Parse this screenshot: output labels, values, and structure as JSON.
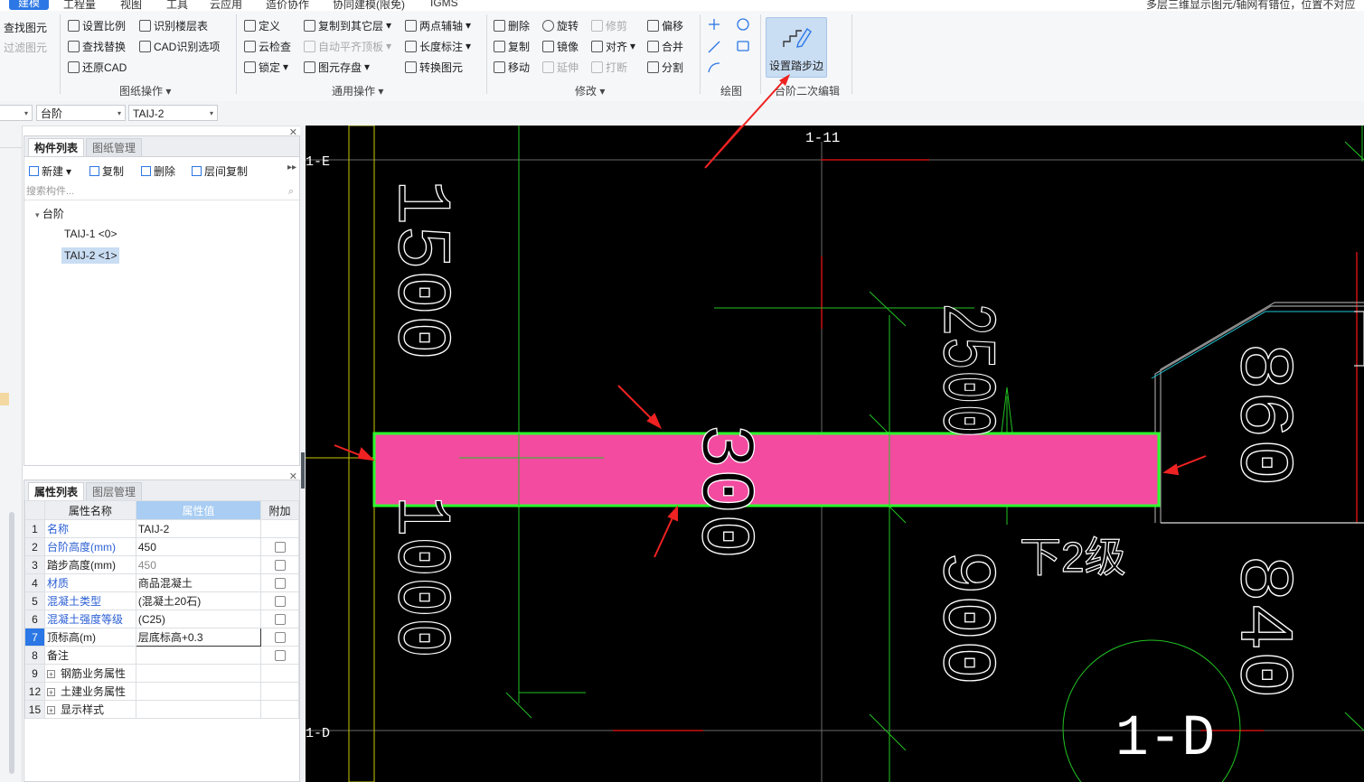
{
  "menu": {
    "items": [
      "建模",
      "工程量",
      "视图",
      "工具",
      "云应用",
      "造价协作",
      "协同建模(限免)",
      "IGMS"
    ],
    "status_text": "多层三维显示图元/轴网有错位，位置不对应"
  },
  "ribbon": {
    "left_partial": [
      "查找图元",
      "过滤图元"
    ],
    "drawing_ops": {
      "label": "图纸操作",
      "buttons": [
        "设置比例",
        "识别楼层表",
        "查找替换",
        "CAD识别选项",
        "还原CAD"
      ]
    },
    "general_ops": {
      "label": "通用操作",
      "buttons": [
        "定义",
        "复制到其它层",
        "两点辅轴",
        "云检查",
        "自动平齐顶板",
        "长度标注",
        "锁定",
        "图元存盘",
        "转换图元"
      ]
    },
    "modify": {
      "label": "修改",
      "buttons": [
        "删除",
        "旋转",
        "修剪",
        "偏移",
        "复制",
        "镜像",
        "对齐",
        "合并",
        "移动",
        "延伸",
        "打断",
        "分割"
      ]
    },
    "draw": {
      "label": "绘图"
    },
    "step_edit": {
      "label": "台阶二次编辑",
      "button": "设置踏步边"
    }
  },
  "selectors": {
    "type": "台阶",
    "item": "TAIJ-2"
  },
  "component_panel": {
    "tabs": [
      "构件列表",
      "图纸管理"
    ],
    "toolbar": [
      "新建",
      "复制",
      "删除",
      "层间复制"
    ],
    "search_placeholder": "搜索构件...",
    "tree": {
      "root": "台阶",
      "children": [
        "TAIJ-1 <0>",
        "TAIJ-2 <1>"
      ],
      "selected": "TAIJ-2 <1>"
    }
  },
  "property_panel": {
    "tabs": [
      "属性列表",
      "图层管理"
    ],
    "headers": [
      "属性名称",
      "属性值",
      "附加"
    ],
    "rows": [
      {
        "num": "1",
        "name": "名称",
        "value": "TAIJ-2"
      },
      {
        "num": "2",
        "name": "台阶高度(mm)",
        "value": "450"
      },
      {
        "num": "3",
        "name": "踏步高度(mm)",
        "value": "450"
      },
      {
        "num": "4",
        "name": "材质",
        "value": "商品混凝土"
      },
      {
        "num": "5",
        "name": "混凝土类型",
        "value": "(混凝土20石)"
      },
      {
        "num": "6",
        "name": "混凝土强度等级",
        "value": "(C25)"
      },
      {
        "num": "7",
        "name": "顶标高(m)",
        "value": "层底标高+0.3"
      },
      {
        "num": "8",
        "name": "备注",
        "value": ""
      },
      {
        "num": "9",
        "name": "钢筋业务属性",
        "value": ""
      },
      {
        "num": "12",
        "name": "土建业务属性",
        "value": ""
      },
      {
        "num": "15",
        "name": "显示样式",
        "value": ""
      }
    ]
  },
  "canvas": {
    "axis_labels": {
      "top": "1-11",
      "left_top": "1-E",
      "left_bottom": "1-D",
      "circle": "1-D"
    },
    "dim_texts": {
      "left_upper": "1500",
      "left_lower": "1000",
      "center": "300",
      "mid_right": "2500",
      "right_upper": "860",
      "right_lower": "840",
      "right_mid": "900"
    },
    "note": "下2级",
    "step_color": "#f24ba0",
    "step_border": "#2bff2b"
  }
}
